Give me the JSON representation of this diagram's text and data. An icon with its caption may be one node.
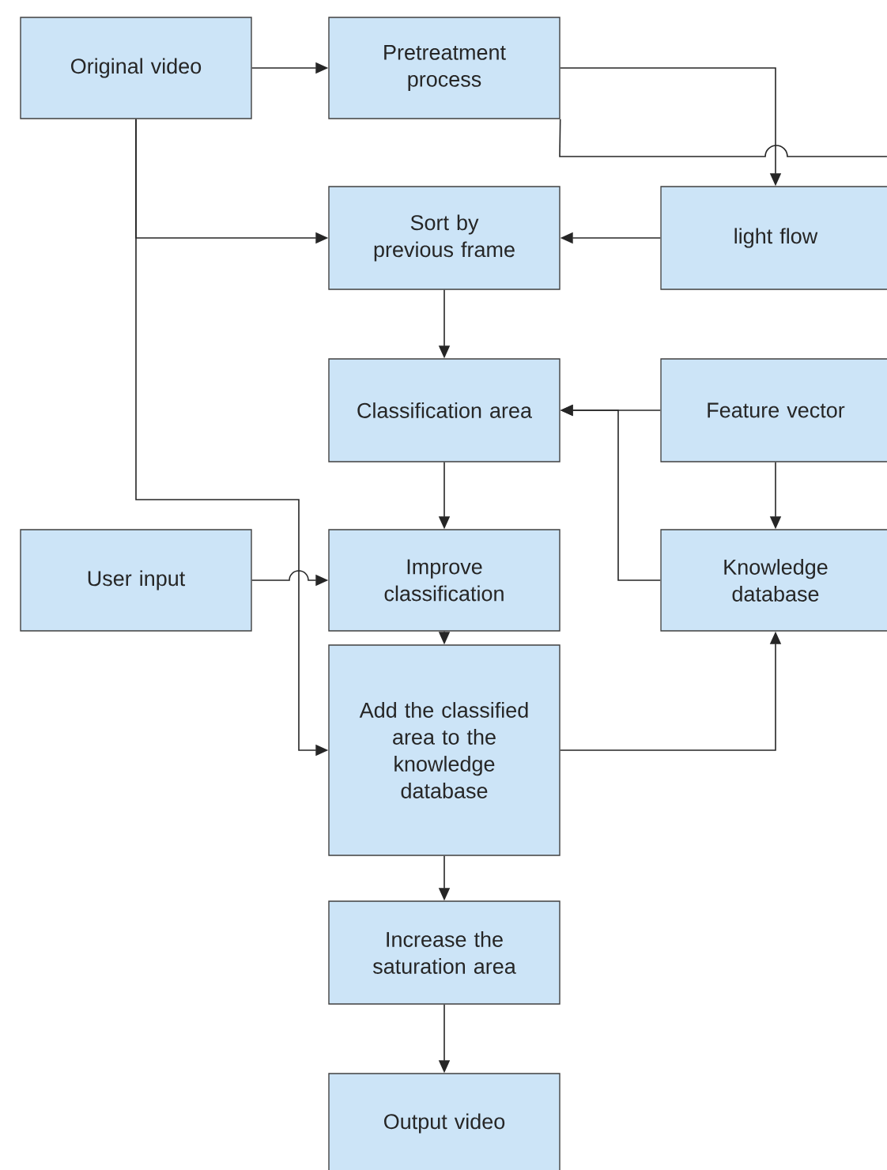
{
  "diagram": {
    "nodes": [
      {
        "text": [
          "Original video"
        ]
      },
      {
        "text": [
          "Pretreatment process"
        ]
      },
      {
        "text": [
          "Sort by previous frame"
        ]
      },
      {
        "text": [
          "light flow"
        ]
      },
      {
        "text": [
          "Classification area"
        ]
      },
      {
        "text": [
          "Feature vector"
        ]
      },
      {
        "text": [
          "User input"
        ]
      },
      {
        "text": [
          "Improve classification"
        ]
      },
      {
        "text": [
          "Knowledge database"
        ]
      },
      {
        "text": [
          "Add the classified area to the knowledge database"
        ]
      },
      {
        "text": [
          "Increase the saturation area"
        ]
      },
      {
        "text": [
          "Output video"
        ]
      }
    ],
    "edges": [
      {
        "from": 0,
        "to": 1,
        "arrow": "to"
      },
      {
        "from": 1,
        "to": 3,
        "arrow": "to"
      },
      {
        "from": 1,
        "to": null,
        "arrow": "none"
      },
      {
        "from": 0,
        "to": 2,
        "arrow": "to"
      },
      {
        "from": 0,
        "to": 9,
        "arrow": "to"
      },
      {
        "from": 3,
        "to": 2,
        "arrow": "to"
      },
      {
        "from": 2,
        "to": 4,
        "arrow": "to"
      },
      {
        "from": 5,
        "to": 4,
        "arrow": "to"
      },
      {
        "from": 8,
        "to": 4,
        "arrow": "to"
      },
      {
        "from": 5,
        "to": 8,
        "arrow": "to"
      },
      {
        "from": 4,
        "to": 7,
        "arrow": "to"
      },
      {
        "from": 6,
        "to": 7,
        "arrow": "to"
      },
      {
        "from": 7,
        "to": 9,
        "arrow": "to"
      },
      {
        "from": 9,
        "to": 8,
        "arrow": "to"
      },
      {
        "from": 9,
        "to": 10,
        "arrow": "to"
      },
      {
        "from": 10,
        "to": 11,
        "arrow": "to"
      }
    ]
  }
}
